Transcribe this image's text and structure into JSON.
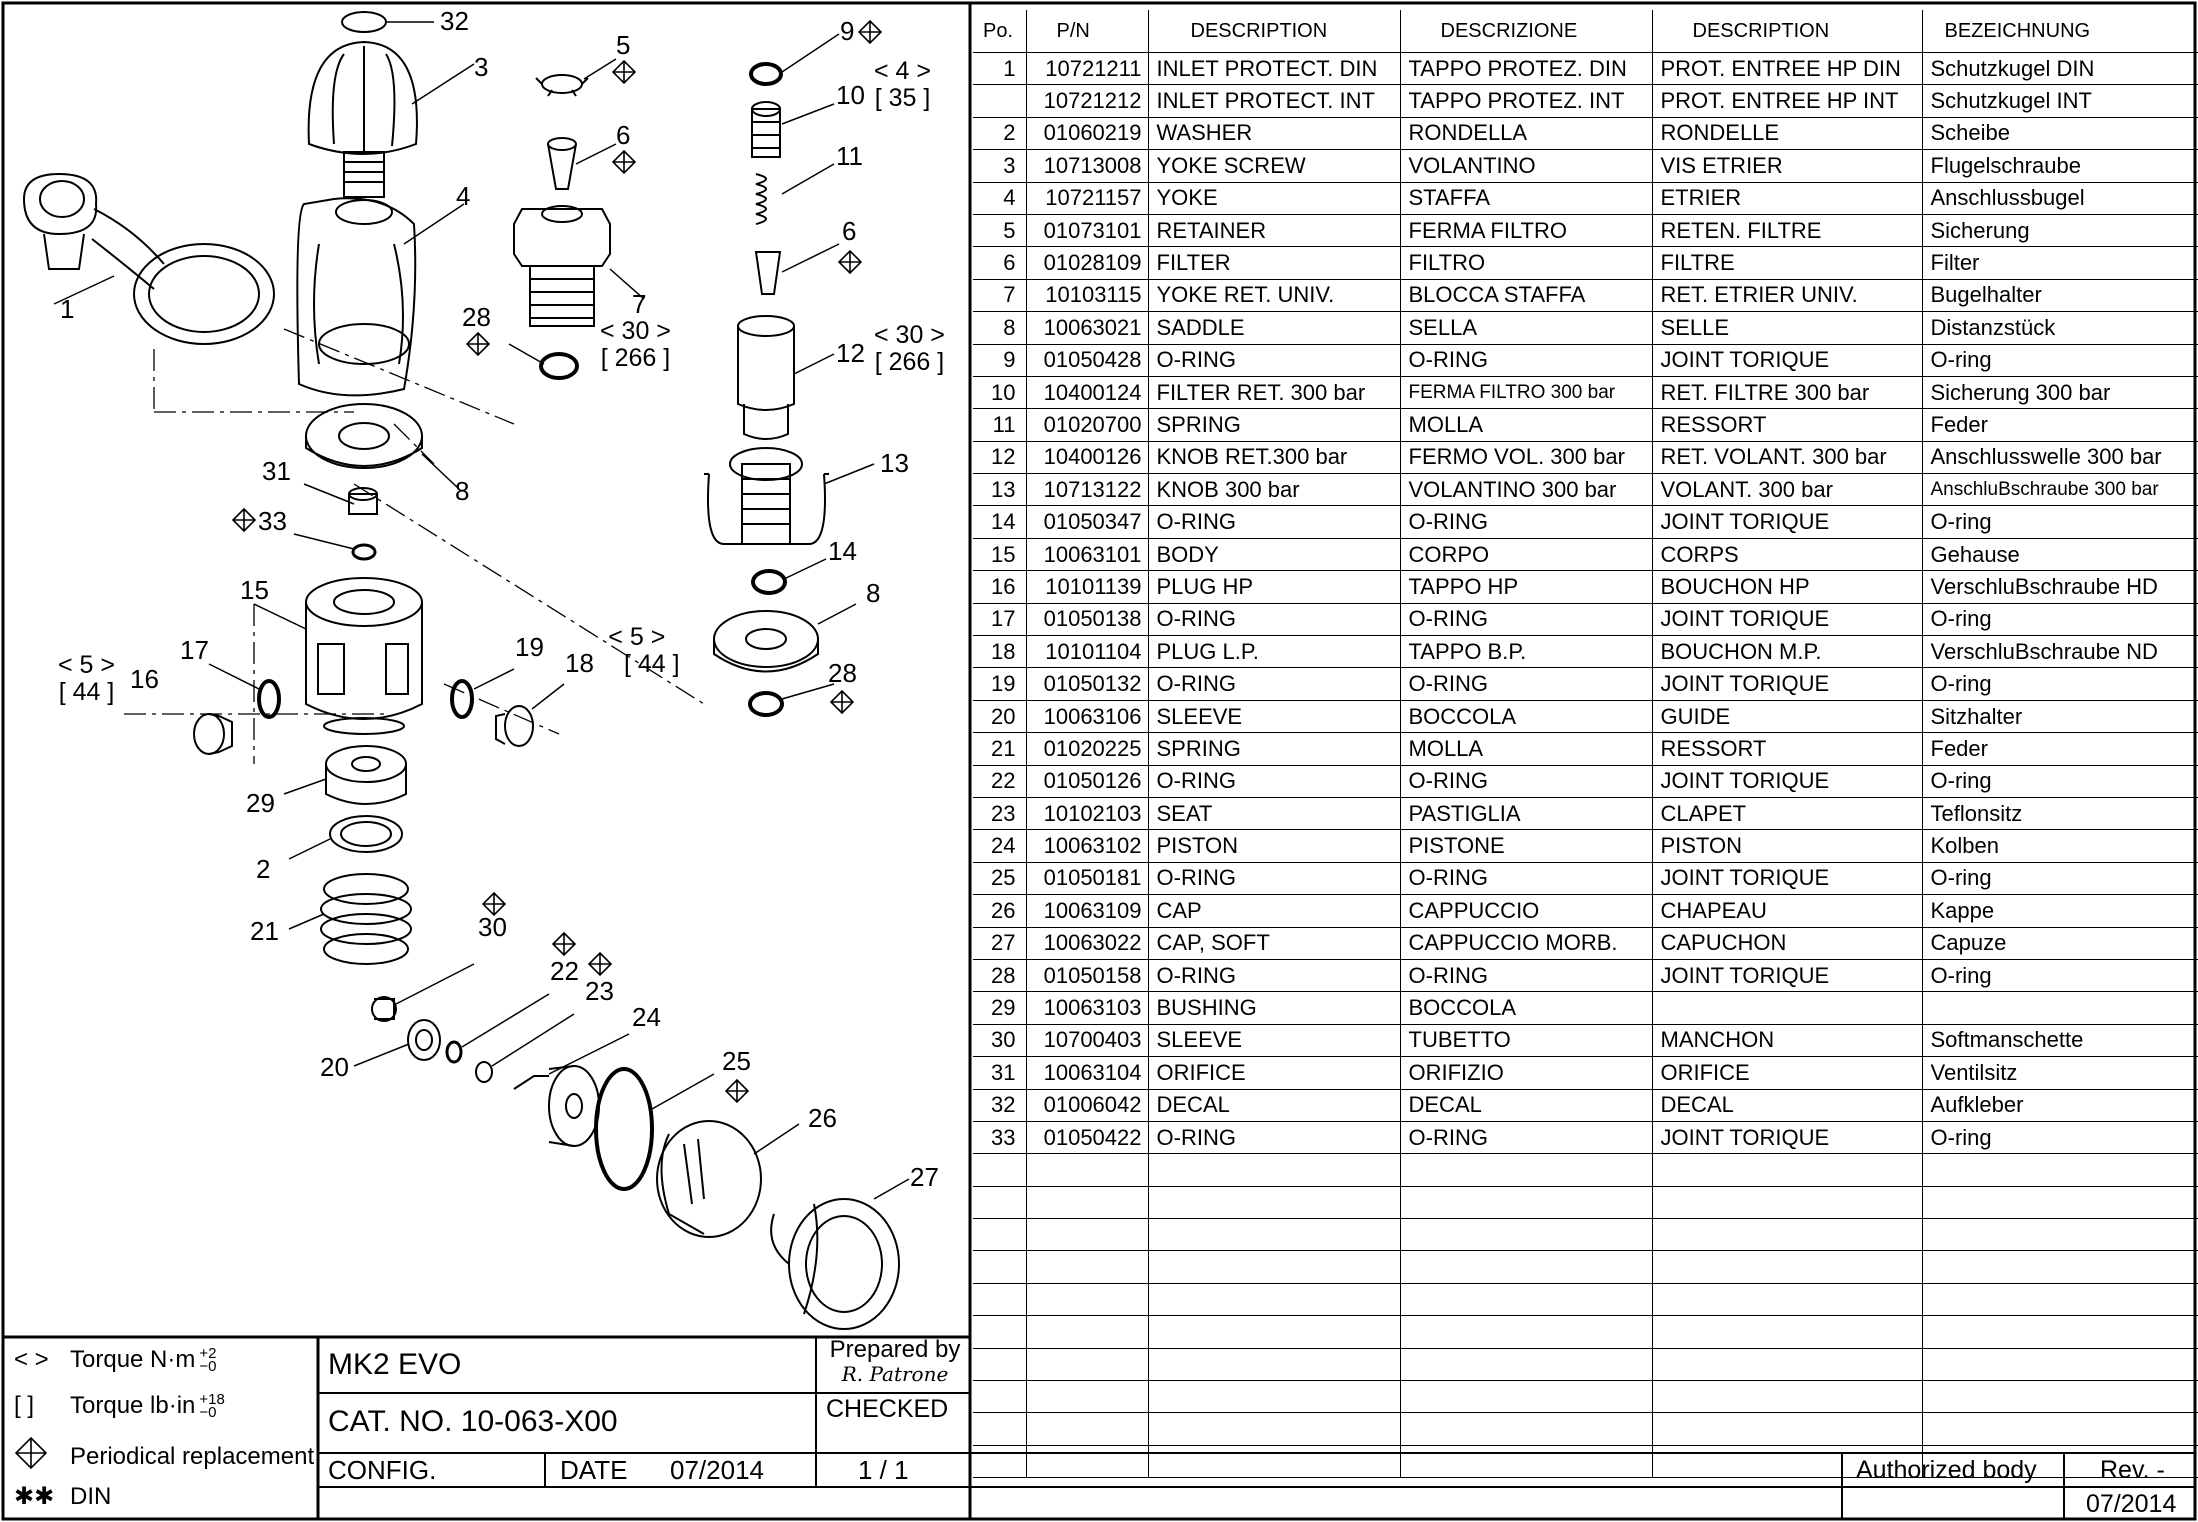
{
  "drawing": {
    "callouts": [
      "32",
      "3",
      "5",
      "9",
      "10",
      "6",
      "11",
      "4",
      "6",
      "1",
      "7",
      "28",
      "12",
      "13",
      "31",
      "8",
      "33",
      "14",
      "8",
      "15",
      "19",
      "17",
      "18",
      "16",
      "28",
      "29",
      "2",
      "30",
      "21",
      "22",
      "23",
      "24",
      "20",
      "25",
      "26",
      "27"
    ],
    "torque_labels": [
      {
        "nm": "< 4 >",
        "lbin": "[ 35 ]"
      },
      {
        "nm": "< 30 >",
        "lbin": "[ 266 ]"
      },
      {
        "nm": "< 30 >",
        "lbin": "[ 266 ]"
      },
      {
        "nm": "< 5 >",
        "lbin": "[ 44 ]"
      },
      {
        "nm": "< 5 >",
        "lbin": "[ 44 ]"
      }
    ]
  },
  "table": {
    "headers": [
      "Po.",
      "P/N",
      "DESCRIPTION",
      "DESCRIZIONE",
      "DESCRIPTION",
      "BEZEICHNUNG"
    ],
    "rows": [
      {
        "po": "1",
        "pn": "10721211",
        "en": "INLET PROTECT. DIN",
        "it": "TAPPO PROTEZ. DIN",
        "fr": "PROT. ENTREE HP DIN",
        "de": "Schutzkugel DIN"
      },
      {
        "po": "",
        "pn": "10721212",
        "en": "INLET PROTECT. INT",
        "it": "TAPPO PROTEZ. INT",
        "fr": "PROT. ENTREE HP INT",
        "de": "Schutzkugel INT"
      },
      {
        "po": "2",
        "pn": "01060219",
        "en": "WASHER",
        "it": "RONDELLA",
        "fr": "RONDELLE",
        "de": "Scheibe"
      },
      {
        "po": "3",
        "pn": "10713008",
        "en": "YOKE SCREW",
        "it": "VOLANTINO",
        "fr": "VIS ETRIER",
        "de": "Flugelschraube"
      },
      {
        "po": "4",
        "pn": "10721157",
        "en": "YOKE",
        "it": "STAFFA",
        "fr": "ETRIER",
        "de": "Anschlussbugel"
      },
      {
        "po": "5",
        "pn": "01073101",
        "en": "RETAINER",
        "it": "FERMA FILTRO",
        "fr": "RETEN. FILTRE",
        "de": "Sicherung"
      },
      {
        "po": "6",
        "pn": "01028109",
        "en": "FILTER",
        "it": "FILTRO",
        "fr": "FILTRE",
        "de": "Filter"
      },
      {
        "po": "7",
        "pn": "10103115",
        "en": "YOKE RET. UNIV.",
        "it": "BLOCCA STAFFA",
        "fr": "RET. ETRIER UNIV.",
        "de": "Bugelhalter"
      },
      {
        "po": "8",
        "pn": "10063021",
        "en": "SADDLE",
        "it": "SELLA",
        "fr": "SELLE",
        "de": "Distanzstück"
      },
      {
        "po": "9",
        "pn": "01050428",
        "en": "O-RING",
        "it": "O-RING",
        "fr": "JOINT TORIQUE",
        "de": "O-ring"
      },
      {
        "po": "10",
        "pn": "10400124",
        "en": "FILTER RET. 300 bar",
        "it": "FERMA FILTRO 300 bar",
        "fr": "RET. FILTRE 300 bar",
        "de": "Sicherung 300 bar"
      },
      {
        "po": "11",
        "pn": "01020700",
        "en": "SPRING",
        "it": "MOLLA",
        "fr": "RESSORT",
        "de": "Feder"
      },
      {
        "po": "12",
        "pn": "10400126",
        "en": "KNOB RET.300 bar",
        "it": "FERMO VOL. 300 bar",
        "fr": "RET. VOLANT. 300 bar",
        "de": "Anschlusswelle 300 bar"
      },
      {
        "po": "13",
        "pn": "10713122",
        "en": "KNOB 300 bar",
        "it": "VOLANTINO 300 bar",
        "fr": "VOLANT. 300 bar",
        "de": "AnschluBschraube 300 bar"
      },
      {
        "po": "14",
        "pn": "01050347",
        "en": "O-RING",
        "it": "O-RING",
        "fr": "JOINT TORIQUE",
        "de": "O-ring"
      },
      {
        "po": "15",
        "pn": "10063101",
        "en": "BODY",
        "it": "CORPO",
        "fr": "CORPS",
        "de": "Gehause"
      },
      {
        "po": "16",
        "pn": "10101139",
        "en": "PLUG HP",
        "it": "TAPPO HP",
        "fr": "BOUCHON HP",
        "de": "VerschluBschraube HD"
      },
      {
        "po": "17",
        "pn": "01050138",
        "en": "O-RING",
        "it": "O-RING",
        "fr": "JOINT TORIQUE",
        "de": "O-ring"
      },
      {
        "po": "18",
        "pn": "10101104",
        "en": "PLUG L.P.",
        "it": "TAPPO B.P.",
        "fr": "BOUCHON M.P.",
        "de": "VerschluBschraube ND"
      },
      {
        "po": "19",
        "pn": "01050132",
        "en": "O-RING",
        "it": "O-RING",
        "fr": "JOINT TORIQUE",
        "de": "O-ring"
      },
      {
        "po": "20",
        "pn": "10063106",
        "en": "SLEEVE",
        "it": "BOCCOLA",
        "fr": "GUIDE",
        "de": "Sitzhalter"
      },
      {
        "po": "21",
        "pn": "01020225",
        "en": "SPRING",
        "it": "MOLLA",
        "fr": "RESSORT",
        "de": "Feder"
      },
      {
        "po": "22",
        "pn": "01050126",
        "en": "O-RING",
        "it": "O-RING",
        "fr": "JOINT TORIQUE",
        "de": "O-ring"
      },
      {
        "po": "23",
        "pn": "10102103",
        "en": "SEAT",
        "it": "PASTIGLIA",
        "fr": "CLAPET",
        "de": "Teflonsitz"
      },
      {
        "po": "24",
        "pn": "10063102",
        "en": "PISTON",
        "it": "PISTONE",
        "fr": "PISTON",
        "de": "Kolben"
      },
      {
        "po": "25",
        "pn": "01050181",
        "en": "O-RING",
        "it": "O-RING",
        "fr": "JOINT TORIQUE",
        "de": "O-ring"
      },
      {
        "po": "26",
        "pn": "10063109",
        "en": "CAP",
        "it": "CAPPUCCIO",
        "fr": "CHAPEAU",
        "de": "Kappe"
      },
      {
        "po": "27",
        "pn": "10063022",
        "en": "CAP, SOFT",
        "it": "CAPPUCCIO MORB.",
        "fr": "CAPUCHON",
        "de": "Capuze"
      },
      {
        "po": "28",
        "pn": "01050158",
        "en": "O-RING",
        "it": "O-RING",
        "fr": "JOINT TORIQUE",
        "de": "O-ring"
      },
      {
        "po": "29",
        "pn": "10063103",
        "en": "BUSHING",
        "it": "BOCCOLA",
        "fr": "",
        "de": ""
      },
      {
        "po": "30",
        "pn": "10700403",
        "en": "SLEEVE",
        "it": "TUBETTO",
        "fr": "MANCHON",
        "de": "Softmanschette"
      },
      {
        "po": "31",
        "pn": "10063104",
        "en": "ORIFICE",
        "it": "ORIFIZIO",
        "fr": "ORIFICE",
        "de": "Ventilsitz"
      },
      {
        "po": "32",
        "pn": "01006042",
        "en": "DECAL",
        "it": "DECAL",
        "fr": "DECAL",
        "de": "Aufkleber"
      },
      {
        "po": "33",
        "pn": "01050422",
        "en": "O-RING",
        "it": "O-RING",
        "fr": "JOINT TORIQUE",
        "de": "O-ring"
      }
    ],
    "empty_rows": 10
  },
  "legend": {
    "torque_nm_symbol": "< >",
    "torque_nm": "Torque  N·m",
    "torque_nm_tol_plus": "+2",
    "torque_nm_tol_minus": "−0",
    "torque_lbin_symbol": "[ ]",
    "torque_lbin": "Torque  lb·in",
    "torque_lbin_tol_plus": "+18",
    "torque_lbin_tol_minus": "−0",
    "periodical": "Periodical replacement",
    "din_symbol": "✱✱",
    "din": "DIN"
  },
  "title_block": {
    "model": "MK2  EVO",
    "prepared_by_label": "Prepared by",
    "prepared_by": "R. Patrone",
    "cat_no": "CAT. NO. 10-063-X00",
    "checked": "CHECKED",
    "config": "CONFIG.",
    "date_label": "DATE",
    "date": "07/2014",
    "sheet": "1 / 1",
    "authorized_body": "Authorized body",
    "rev_label": "Rev. -",
    "rev_date": "07/2014"
  }
}
